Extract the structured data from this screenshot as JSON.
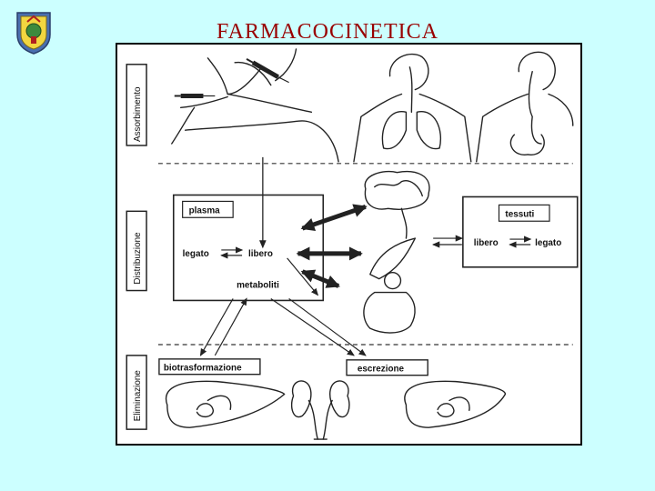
{
  "title": "FARMACOCINETICA",
  "sections": {
    "absorption": "Assorbimento",
    "distribution": "Distribuzione",
    "elimination": "Eliminazione"
  },
  "plasma_box": {
    "header": "plasma",
    "bound": "legato",
    "free": "libero",
    "metabolites": "metaboliti"
  },
  "tissue_box": {
    "header": "tessuti",
    "free": "libero",
    "bound": "legato"
  },
  "elimination_boxes": {
    "biotransformation": "biotrasformazione",
    "excretion": "escrezione"
  },
  "colors": {
    "background": "#ccffff",
    "title": "#990000",
    "title_underline": "#e6ce2e"
  },
  "icons": {
    "logo": "coat-of-arms-icon"
  }
}
